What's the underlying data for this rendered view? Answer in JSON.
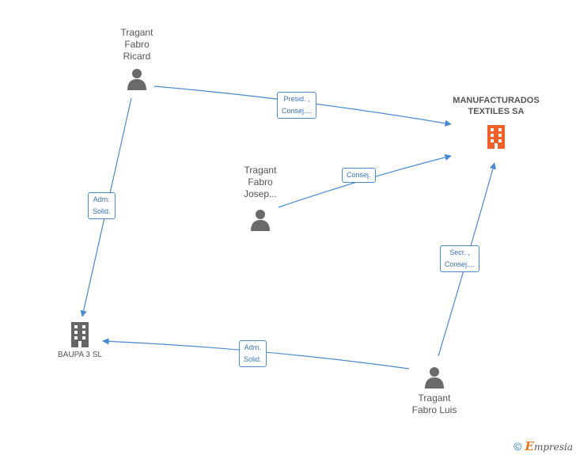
{
  "colors": {
    "edge": "#4a8ad4",
    "person_icon": "#6a6a6a",
    "company_icon": "#666666",
    "highlight_company": "#f0602a"
  },
  "nodes": {
    "tragant_ricard": {
      "lines": [
        "Tragant",
        "Fabro",
        "Ricard"
      ],
      "icon": "person-icon"
    },
    "tragant_josep": {
      "lines": [
        "Tragant",
        "Fabro",
        "Josep..."
      ],
      "icon": "person-icon"
    },
    "tragant_luis": {
      "lines": [
        "Tragant",
        "Fabro Luis"
      ],
      "icon": "person-icon"
    },
    "manufacturados": {
      "lines": [
        "MANUFACTURADOS",
        "TEXTILES SA"
      ],
      "icon": "building-icon"
    },
    "baupa": {
      "label": "BAUPA 3 SL",
      "icon": "building-icon"
    }
  },
  "edges": {
    "ricard_to_manufacturados": [
      "Presid. ,",
      "Consej...."
    ],
    "josep_to_manufacturados": [
      "Consej."
    ],
    "luis_to_manufacturados": [
      "Secr. ,",
      "Consej...."
    ],
    "ricard_to_baupa": [
      "Adm.",
      "Solid."
    ],
    "luis_to_baupa": [
      "Adm.",
      "Solid."
    ]
  },
  "footer": {
    "copyright": "©",
    "brand_first": "E",
    "brand_rest": "mpresia"
  }
}
